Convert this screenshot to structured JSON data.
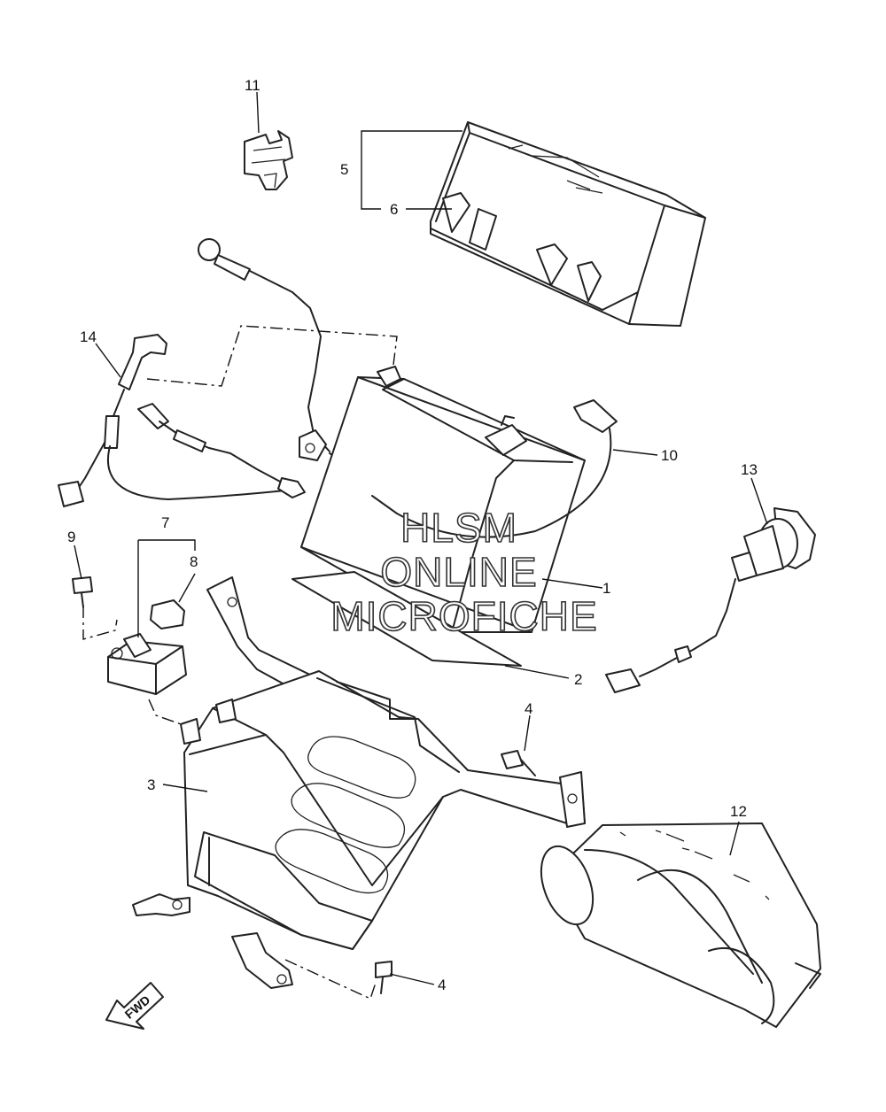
{
  "callouts": [
    {
      "id": "c1",
      "label": "1"
    },
    {
      "id": "c2",
      "label": "2"
    },
    {
      "id": "c3",
      "label": "3"
    },
    {
      "id": "c4a",
      "label": "4"
    },
    {
      "id": "c4b",
      "label": "4"
    },
    {
      "id": "c5",
      "label": "5"
    },
    {
      "id": "c6",
      "label": "6"
    },
    {
      "id": "c7",
      "label": "7"
    },
    {
      "id": "c8",
      "label": "8"
    },
    {
      "id": "c9",
      "label": "9"
    },
    {
      "id": "c10",
      "label": "10"
    },
    {
      "id": "c11",
      "label": "11"
    },
    {
      "id": "c12",
      "label": "12"
    },
    {
      "id": "c13",
      "label": "13"
    },
    {
      "id": "c14",
      "label": "14"
    }
  ],
  "watermark": {
    "line1": "HLSM",
    "line2": "ONLINE",
    "line3": "MICROFICHE"
  },
  "direction_arrow": {
    "label": "FWD"
  }
}
